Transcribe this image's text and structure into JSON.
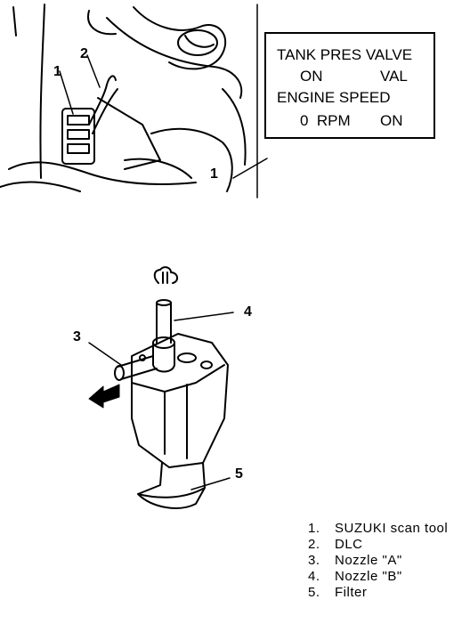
{
  "scan_display": {
    "row1": "TANK PRES VALVE",
    "row2_left": "ON",
    "row2_right": "VAL",
    "row3": "ENGINE SPEED",
    "row4_left": "0  RPM",
    "row4_right": "ON"
  },
  "callouts": {
    "c1_top": "1",
    "c2_top": "2",
    "c1_scan": "1",
    "c3": "3",
    "c4": "4",
    "c5": "5"
  },
  "legend": [
    {
      "num": "1.",
      "label": "SUZUKI scan tool"
    },
    {
      "num": "2.",
      "label": "DLC"
    },
    {
      "num": "3.",
      "label": "Nozzle \"A\""
    },
    {
      "num": "4.",
      "label": "Nozzle \"B\""
    },
    {
      "num": "5.",
      "label": "Filter"
    }
  ]
}
